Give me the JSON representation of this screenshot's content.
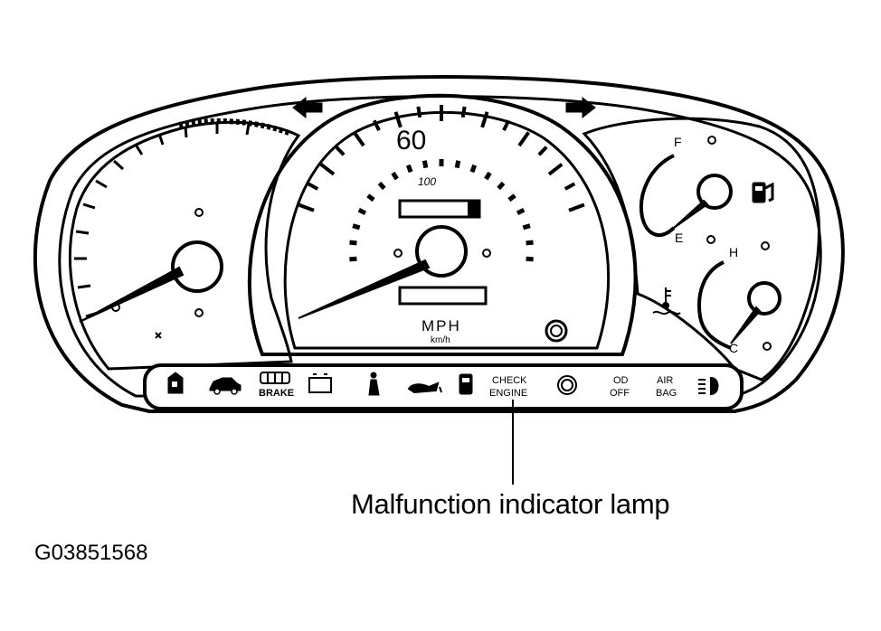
{
  "speedometer": {
    "marker_60": "60",
    "marker_100": "100",
    "unit_primary": "MPH",
    "unit_secondary": "km/h"
  },
  "fuel_gauge": {
    "full": "F",
    "empty": "E"
  },
  "temp_gauge": {
    "hot": "H",
    "cold": "C"
  },
  "warning_lamps": {
    "brake": "BRAKE",
    "check_engine_line1": "CHECK",
    "check_engine_line2": "ENGINE",
    "od_off_line1": "OD",
    "od_off_line2": "OFF",
    "air_bag_line1": "AIR",
    "air_bag_line2": "BAG"
  },
  "callout": {
    "label": "Malfunction indicator lamp"
  },
  "figure_id": "G03851568"
}
